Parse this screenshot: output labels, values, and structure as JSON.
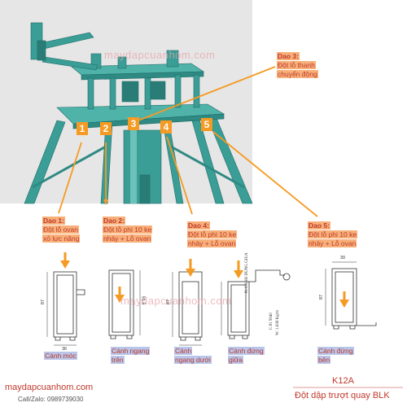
{
  "watermark": "maydapcuanhom.com",
  "labels": [
    {
      "id": "dao1",
      "title": "Dao 1:",
      "lines": [
        "Đột lỗ ovan",
        "xỏ lực năng"
      ]
    },
    {
      "id": "dao2",
      "title": "Dao 2:",
      "lines": [
        "Đột lỗ phi 10 ke",
        "nhảy + Lỗ ovan"
      ]
    },
    {
      "id": "dao3",
      "title": "Dao 3:",
      "lines": [
        "Đột lỗ thanh",
        "chuyển động"
      ]
    },
    {
      "id": "dao4",
      "title": "Dao 4:",
      "lines": [
        "Đột lỗ phi 10 ke",
        "nhảy + Lỗ ovan"
      ]
    },
    {
      "id": "dao5",
      "title": "Dao 5:",
      "lines": [
        "Đột lỗ phi 10 ke",
        "nhảy + Lỗ ovan"
      ]
    }
  ],
  "numbers": [
    "1",
    "2",
    "3",
    "4",
    "5"
  ],
  "captions": [
    {
      "lines": [
        "Cánh móc"
      ]
    },
    {
      "lines": [
        "Cánh ngang",
        "trên"
      ]
    },
    {
      "lines": [
        "Cánh",
        "ngang dưới"
      ]
    },
    {
      "lines": [
        "Cánh đứng",
        "giữa"
      ]
    },
    {
      "lines": [
        "Cánh đứng",
        "bên"
      ]
    }
  ],
  "dims": {
    "p1_height": "87",
    "p1_width": "36",
    "p2_height": "91.5",
    "p3_height": "87",
    "p3_width": "36",
    "p5_height": "87",
    "p5_width": "30"
  },
  "profile_text": [
    "N. CANH DUNG GIUA",
    "C.81 9940",
    "W: 1.636 Kg/m"
  ],
  "brand": {
    "site": "maydapcuanhom.com",
    "contact": "Call/Zalo: 0989739030"
  },
  "product": {
    "code": "K12A",
    "name": "Đột dập trượt quay BLK"
  },
  "colors": {
    "machine": "#3a9e96",
    "machine_dark": "#1f6b66",
    "accent": "#f59a22",
    "label_red": "#c0392b",
    "backdrop": "#e8e8e8"
  }
}
